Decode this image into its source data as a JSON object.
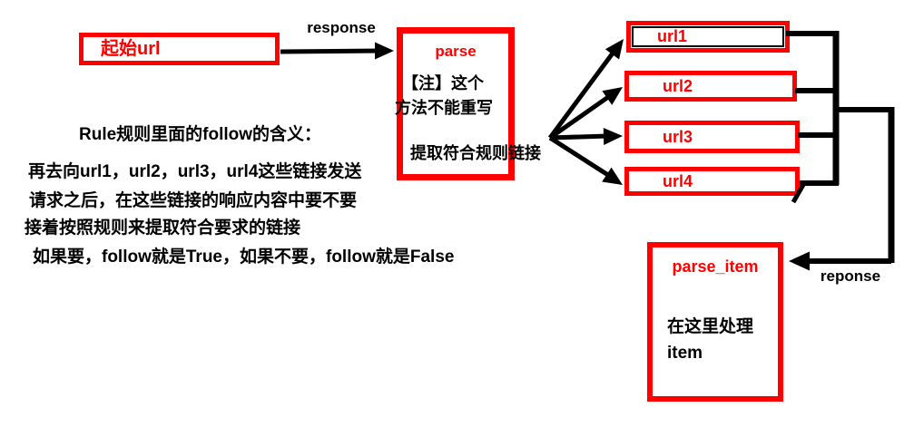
{
  "colors": {
    "accent_red": "#fe0000",
    "line_black": "#000000",
    "background": "#ffffff"
  },
  "start_box": {
    "label": "起始url"
  },
  "arrow_labels": {
    "response": "response",
    "reponse": "reponse"
  },
  "parse_box": {
    "title": "parse",
    "note_line1": "【注】这个",
    "note_line2": "方法不能重写",
    "extract_line": "提取符合规则链接"
  },
  "url_boxes": [
    {
      "label": "url1"
    },
    {
      "label": "url2"
    },
    {
      "label": "url3"
    },
    {
      "label": "url4"
    }
  ],
  "parse_item_box": {
    "title": "parse_item",
    "body_line1": "在这里处理",
    "body_line2": "item"
  },
  "note_block": {
    "lines": [
      "Rule规则里面的follow的含义：",
      "再去向url1，url2，url3，url4这些链接发送",
      "请求之后，在这些链接的响应内容中要不要",
      "接着按照规则来提取符合要求的链接",
      "如果要，follow就是True，如果不要，follow就是False"
    ]
  }
}
